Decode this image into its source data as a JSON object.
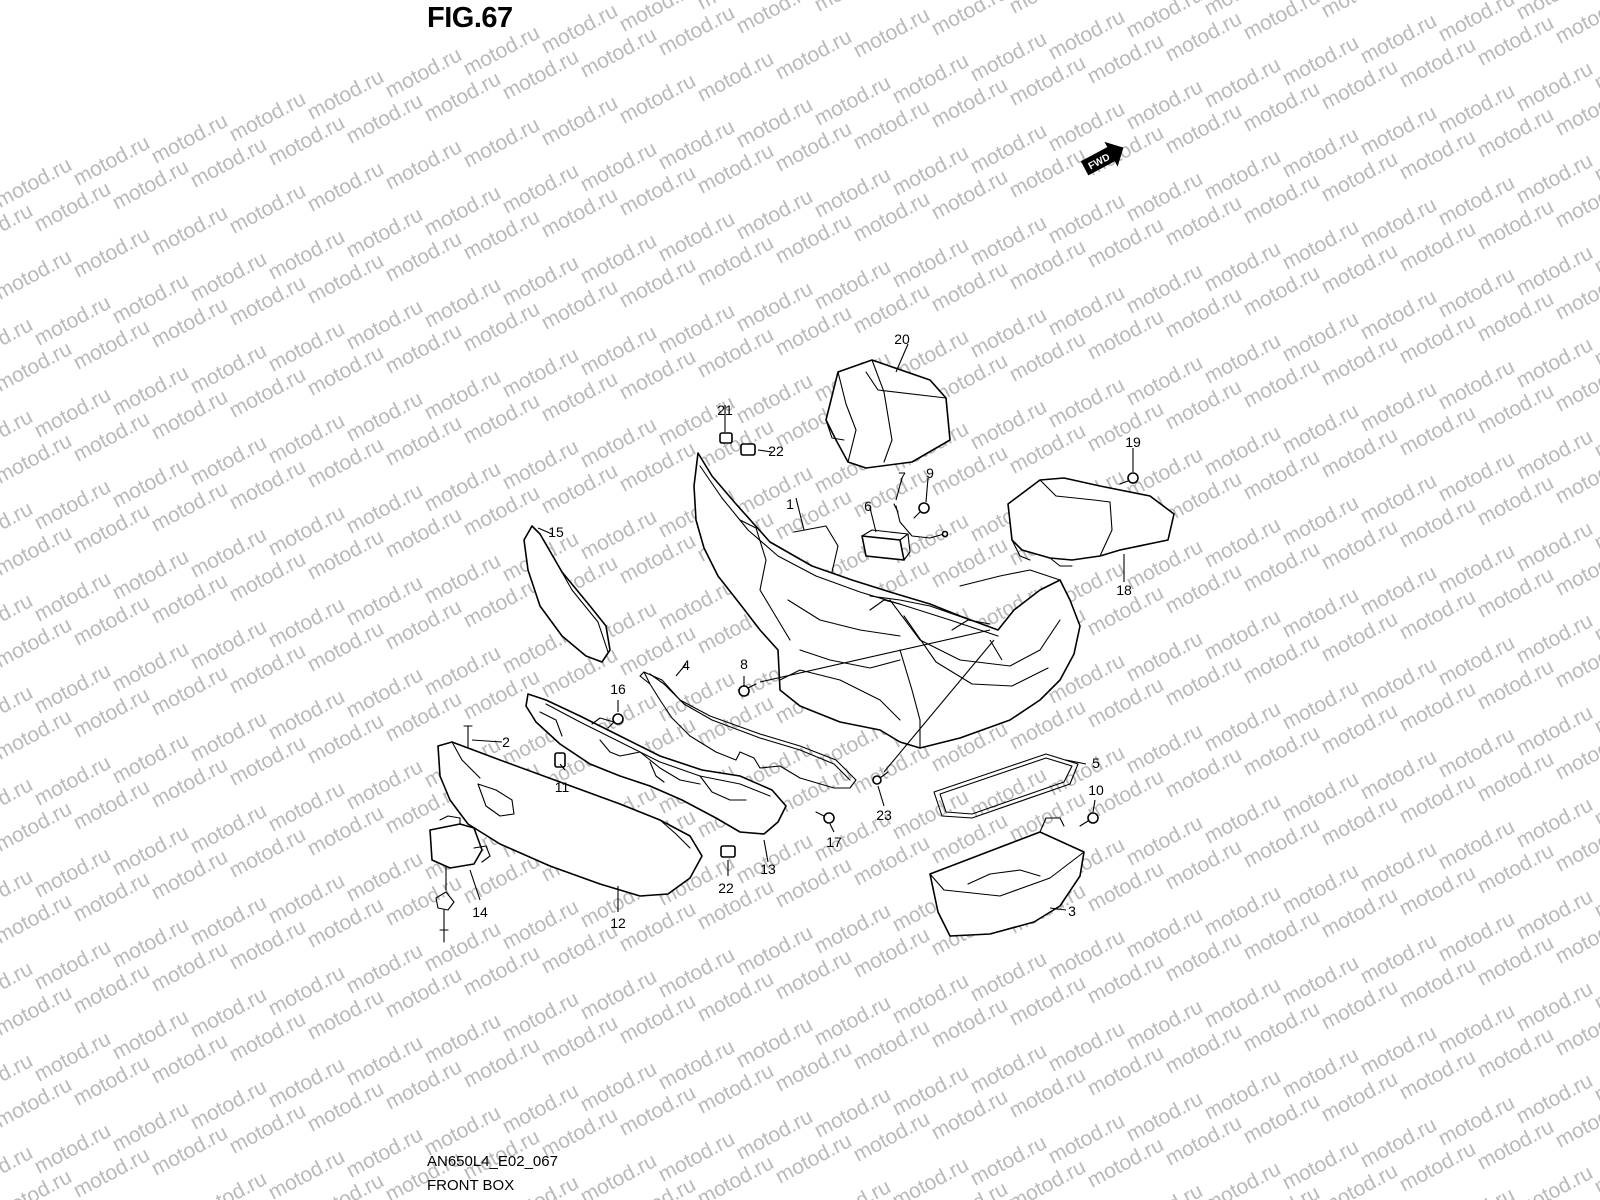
{
  "figure": {
    "title": "FIG.67",
    "watermark": "motod.ru",
    "direction_badge": "FWD",
    "code": "AN650L4_E02_067",
    "name": "FRONT BOX"
  },
  "callouts": [
    {
      "id": "c1",
      "number": "1"
    },
    {
      "id": "c2",
      "number": "2"
    },
    {
      "id": "c3",
      "number": "3"
    },
    {
      "id": "c4",
      "number": "4"
    },
    {
      "id": "c5",
      "number": "5"
    },
    {
      "id": "c6",
      "number": "6"
    },
    {
      "id": "c7",
      "number": "7"
    },
    {
      "id": "c8",
      "number": "8"
    },
    {
      "id": "c9",
      "number": "9"
    },
    {
      "id": "c10",
      "number": "10"
    },
    {
      "id": "c11",
      "number": "11"
    },
    {
      "id": "c12",
      "number": "12"
    },
    {
      "id": "c13",
      "number": "13"
    },
    {
      "id": "c14",
      "number": "14"
    },
    {
      "id": "c15",
      "number": "15"
    },
    {
      "id": "c16",
      "number": "16"
    },
    {
      "id": "c17",
      "number": "17"
    },
    {
      "id": "c18",
      "number": "18"
    },
    {
      "id": "c19",
      "number": "19"
    },
    {
      "id": "c20",
      "number": "20"
    },
    {
      "id": "c21",
      "number": "21"
    },
    {
      "id": "c22a",
      "number": "22"
    },
    {
      "id": "c22b",
      "number": "22"
    },
    {
      "id": "c23",
      "number": "23"
    }
  ]
}
